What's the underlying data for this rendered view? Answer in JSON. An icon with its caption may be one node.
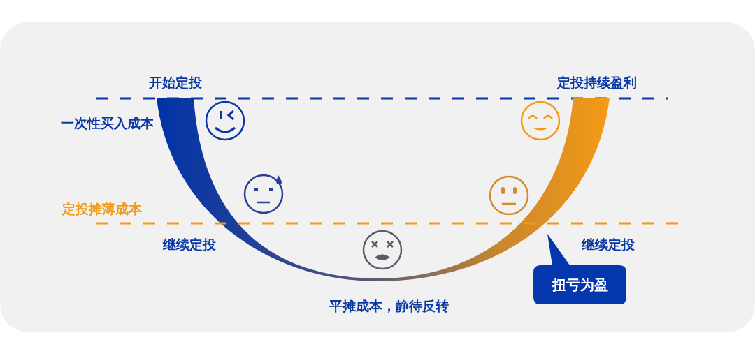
{
  "diagram": {
    "nodes": [
      {
        "text": [
          "扭亏为盈"
        ]
      }
    ],
    "labels": [
      "开始定投",
      "定投持续盈利",
      "一次性买入成本",
      "定投摊薄成本",
      "继续定投",
      "继续定投",
      "平摊成本，静待反转"
    ]
  }
}
